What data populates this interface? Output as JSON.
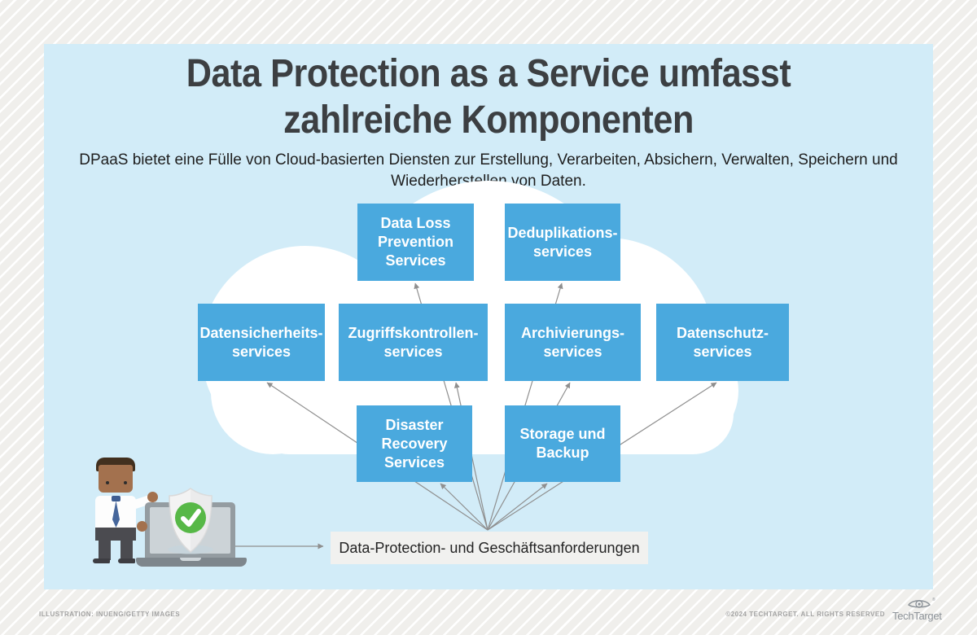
{
  "title": {
    "line1": "Data Protection as a Service umfasst",
    "line2": "zahlreiche Komponenten"
  },
  "subtitle": {
    "line1": "DPaaS bietet eine Fülle von Cloud-basierten Diensten zur Erstellung, Verarbeiten, Absichern, Verwalten, Speichern und",
    "line2": "Wiederherstellen von Daten."
  },
  "services": [
    {
      "id": "data-loss-prevention",
      "lines": [
        "Data Loss",
        "Prevention",
        "Services"
      ]
    },
    {
      "id": "deduplikation",
      "lines": [
        "Deduplikations-",
        "services"
      ]
    },
    {
      "id": "datensicherheit",
      "lines": [
        "Datensicherheits-",
        "services"
      ]
    },
    {
      "id": "zugriffskontrollen",
      "lines": [
        "Zugriffskontrollen-",
        "services"
      ]
    },
    {
      "id": "archivierung",
      "lines": [
        "Archivierungs-",
        "services"
      ]
    },
    {
      "id": "datenschutz",
      "lines": [
        "Datenschutz-",
        "services"
      ]
    },
    {
      "id": "disaster-recovery",
      "lines": [
        "Disaster",
        "Recovery",
        "Services"
      ]
    },
    {
      "id": "storage-backup",
      "lines": [
        "Storage und",
        "Backup"
      ]
    }
  ],
  "requirements_label": "Data-Protection- und Geschäftsanforderungen",
  "footer": {
    "credit": "ILLUSTRATION: INUENG/GETTY IMAGES",
    "copyright": "©2024 TECHTARGET. ALL RIGHTS RESERVED",
    "brand": "TechTarget"
  },
  "colors": {
    "panel_bg": "#d2ecf8",
    "service_box_blue": "#4aa9de",
    "cloud_white": "#ffffff",
    "check_green": "#57b847",
    "arrow_gray": "#8f8f8f",
    "title_gray": "#3c3f42",
    "requirements_bg": "#f1f1ef"
  }
}
